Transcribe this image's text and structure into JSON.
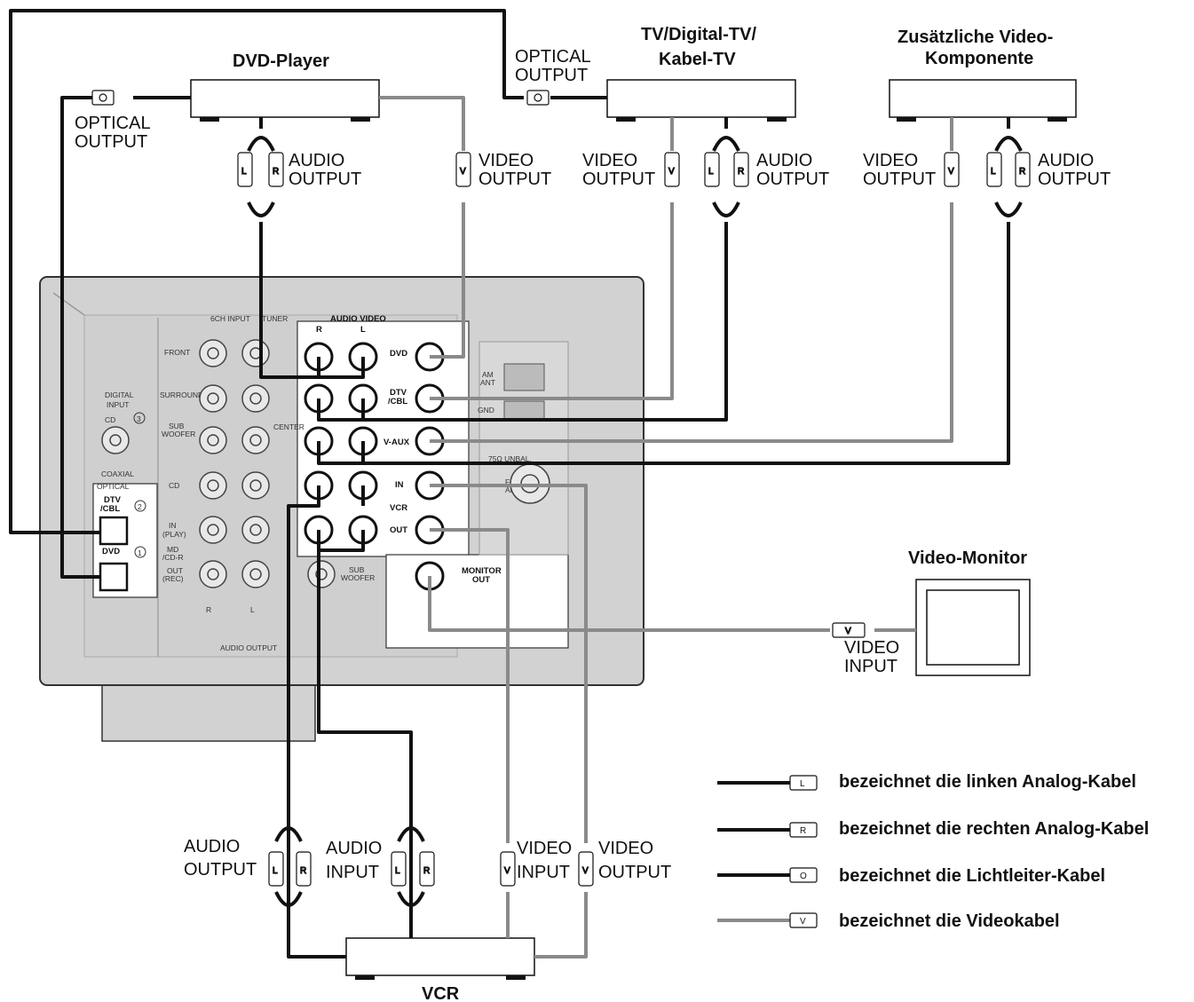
{
  "devices": {
    "dvd_player": "DVD-Player",
    "tv_line1": "TV/Digital-TV/",
    "tv_line2": "Kabel-TV",
    "extra_line1": "Zusätzliche Video-",
    "extra_line2": "Komponente",
    "video_monitor": "Video-Monitor",
    "vcr": "VCR"
  },
  "port_labels": {
    "optical": "OPTICAL",
    "output": "OUTPUT",
    "input": "INPUT",
    "audio": "AUDIO",
    "video": "VIDEO",
    "plug_l": "L",
    "plug_r": "R",
    "plug_v": "V"
  },
  "receiver_panel": {
    "section_6ch": "6CH INPUT",
    "section_tuner": "TUNER",
    "header_audio_video": "AUDIO VIDEO",
    "row_front": "FRONT",
    "row_surround": "SURROUND",
    "row_sub_1": "SUB",
    "row_sub_2": "WOOFER",
    "row_center": "CENTER",
    "row_cd": "CD",
    "row_in_1": "IN",
    "row_in_2": "(PLAY)",
    "row_md_1": "MD",
    "row_md_2": "/CD-R",
    "row_out_1": "OUT",
    "row_out_2": "(REC)",
    "digital_input_1": "DIGITAL",
    "digital_input_2": "INPUT",
    "digital_cd": "CD",
    "coaxial": "COAXIAL",
    "optical": "OPTICAL",
    "dtv_1": "DTV",
    "dtv_2": "/CBL",
    "dvd": "DVD",
    "num_1": "1",
    "num_2": "2",
    "num_3": "3",
    "src_dvd": "DVD",
    "src_dtv_1": "DTV",
    "src_dtv_2": "/CBL",
    "src_vaux": "V-AUX",
    "src_in": "IN",
    "src_vcr": "VCR",
    "src_out": "OUT",
    "monitor_1": "MONITOR",
    "monitor_2": "OUT",
    "am_1": "AM",
    "am_2": "ANT",
    "gnd": "GND",
    "unbal": "75Ω UNBAL.",
    "fm_1": "FM",
    "fm_2": "ANT",
    "sub_woofer_1": "SUB",
    "sub_woofer_2": "WOOFER",
    "audio_output": "AUDIO OUTPUT",
    "col_r": "R",
    "col_l": "L"
  },
  "legend": [
    {
      "plug": "L",
      "text": "bezeichnet die linken Analog-Kabel",
      "color": "#111111"
    },
    {
      "plug": "R",
      "text": "bezeichnet die rechten Analog-Kabel",
      "color": "#111111"
    },
    {
      "plug": "O",
      "text": "bezeichnet die Lichtleiter-Kabel",
      "color": "#111111"
    },
    {
      "plug": "V",
      "text": "bezeichnet die Videokabel",
      "color": "#888888"
    }
  ],
  "colors": {
    "audio_cable": "#111111",
    "video_cable": "#8a8a8a",
    "receiver_body": "#d2d2d2",
    "panel_white": "#ffffff"
  }
}
